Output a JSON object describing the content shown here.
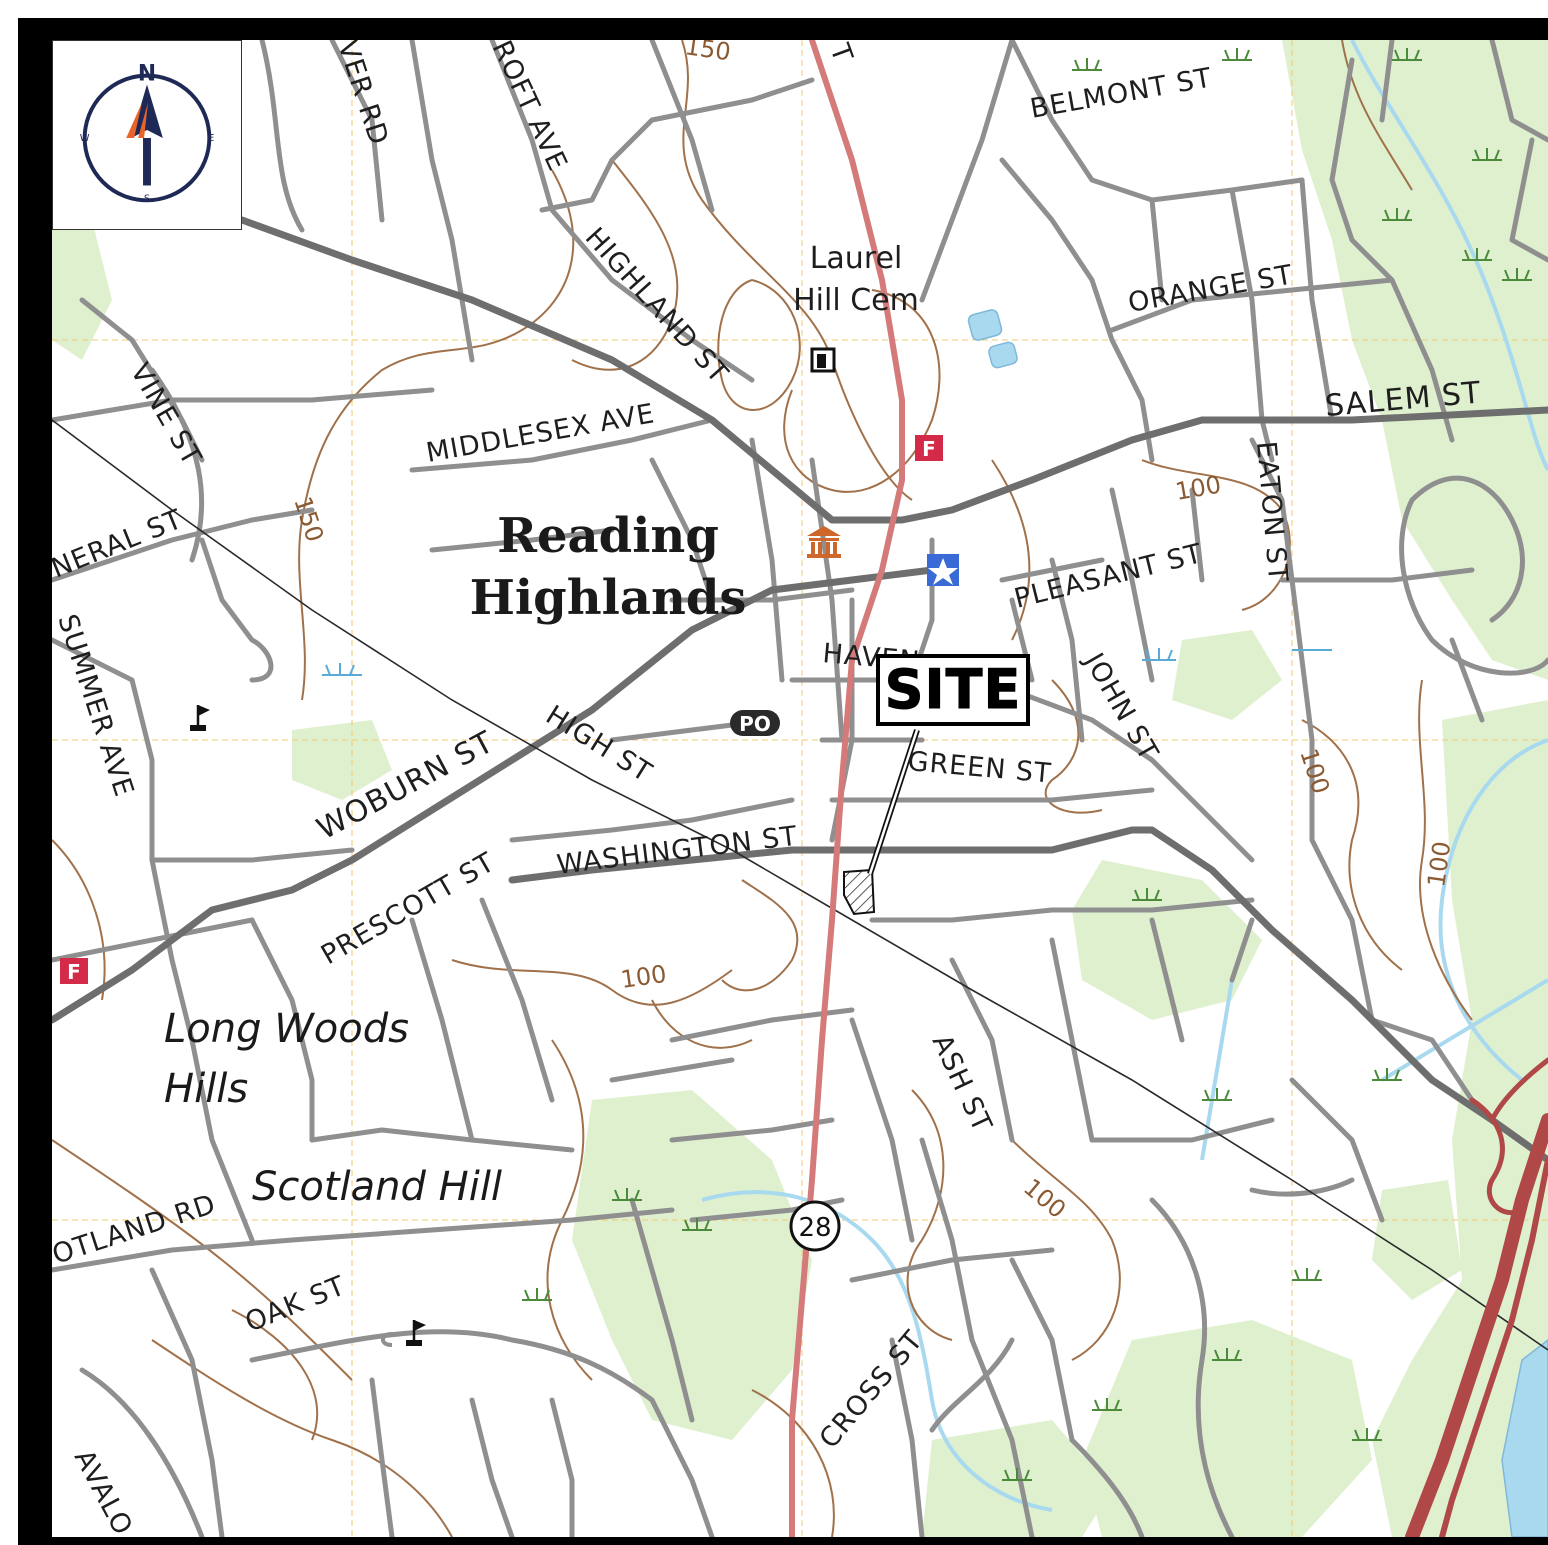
{
  "map": {
    "streets": {
      "belmont": "BELMONT ST",
      "orange": "ORANGE ST",
      "salem": "SALEM ST",
      "eaton": "EATON ST",
      "pleasant": "PLEASANT ST",
      "john": "JOHN ST",
      "haven": "HAVEN",
      "green": "GREEN ST",
      "washington": "WASHINGTON ST",
      "high": "HIGH ST",
      "woburn": "WOBURN ST",
      "prescott": "PRESCOTT ST",
      "middlesex": "MIDDLESEX AVE",
      "highland": "HIGHLAND ST",
      "vine": "VINE ST",
      "summer": "SUMMER AVE",
      "mineral": "NERAL ST",
      "croft": "ROFT AVE",
      "river": "VER RD",
      "ash": "ASH ST",
      "cross": "CROSS ST",
      "oak": "OAK ST",
      "scotland_rd": "OTLAND RD",
      "avalon": "AVALO",
      "main_top": "T"
    },
    "places": {
      "reading_1": "Reading",
      "reading_2": "Highlands",
      "long_woods_1": "Long Woods",
      "long_woods_2": "Hills",
      "scotland_hill": "Scotland Hill",
      "cem_1": "Laurel",
      "cem_2": "Hill Cem"
    },
    "contours": {
      "c150_top": "150",
      "c150_left": "150",
      "c100_salem": "100",
      "c100_east": "100",
      "c100_right": "100",
      "c100_south": "100",
      "c100_ash": "100"
    },
    "symbols": {
      "post_office": "PO",
      "fire_1": "F",
      "fire_2": "F",
      "route": "28"
    },
    "site_label": "SITE"
  },
  "compass": {
    "north": "N",
    "south": "S",
    "east": "E",
    "west": "W"
  },
  "colors": {
    "road": "#8f8f8f",
    "major_road": "#6e6e6e",
    "route_28": "#d47a7a",
    "highway": "#b04848",
    "contour": "#a0714a",
    "vegetation": "#dff0cf",
    "water": "#a9d9ef",
    "grid": "#f0c870",
    "compass_navy": "#1e2a55",
    "compass_orange": "#e8642a",
    "fire_red": "#d42a4a"
  }
}
